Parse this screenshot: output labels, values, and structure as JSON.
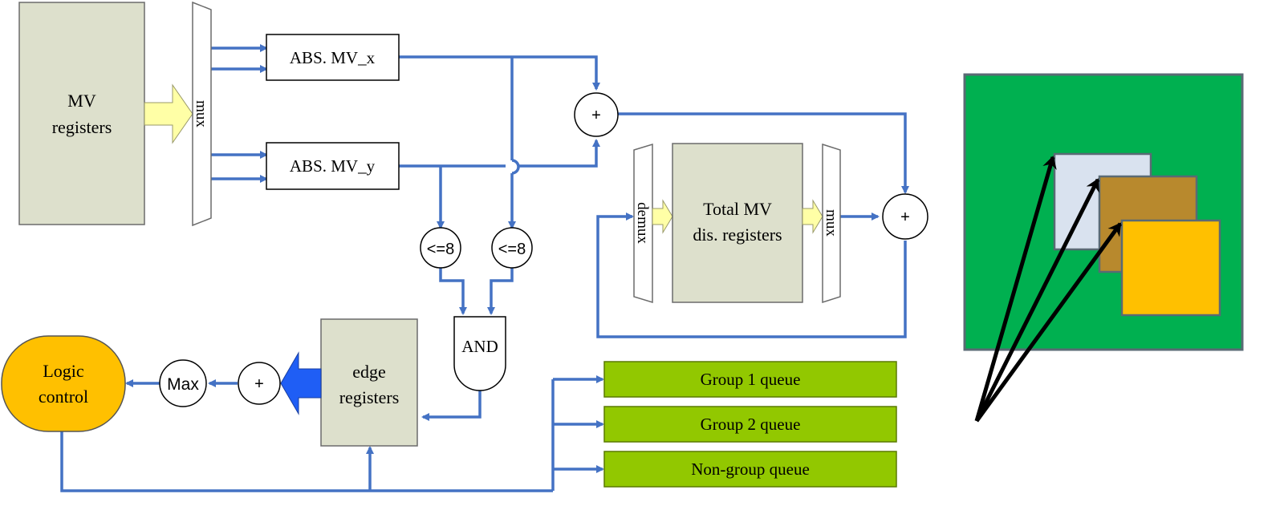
{
  "labels": {
    "mv_registers_line1": "MV",
    "mv_registers_line2": "registers",
    "mux_left": "mux",
    "abs_mv_x": "ABS. MV_x",
    "abs_mv_y": "ABS. MV_y",
    "adder_top": "+",
    "adder_right": "+",
    "adder_bottom": "+",
    "compare_left": "<=8",
    "compare_right": "<=8",
    "and_gate": "AND",
    "demux": "demux",
    "total_mv_line1": "Total MV",
    "total_mv_line2": "dis. registers",
    "mux_right": "mux",
    "edge_registers_line1": "edge",
    "edge_registers_line2": "registers",
    "max": "Max",
    "logic_control_line1": "Logic",
    "logic_control_line2": "control",
    "group1_queue": "Group 1 queue",
    "group2_queue": "Group 2 queue",
    "nongroup_queue": "Non-group queue"
  },
  "colors": {
    "wire": "#4472c4",
    "register_fill": "#dde0cc",
    "yellow_arrow": "#ffffa6",
    "blue_arrow": "#1f5ef5",
    "logic_control": "#ffc000",
    "queue_fill": "#92c800",
    "panel_green": "#00b050",
    "panel_square_light": "#d9e2ef",
    "panel_square_brown": "#b8892d",
    "panel_square_gold": "#ffc000"
  }
}
